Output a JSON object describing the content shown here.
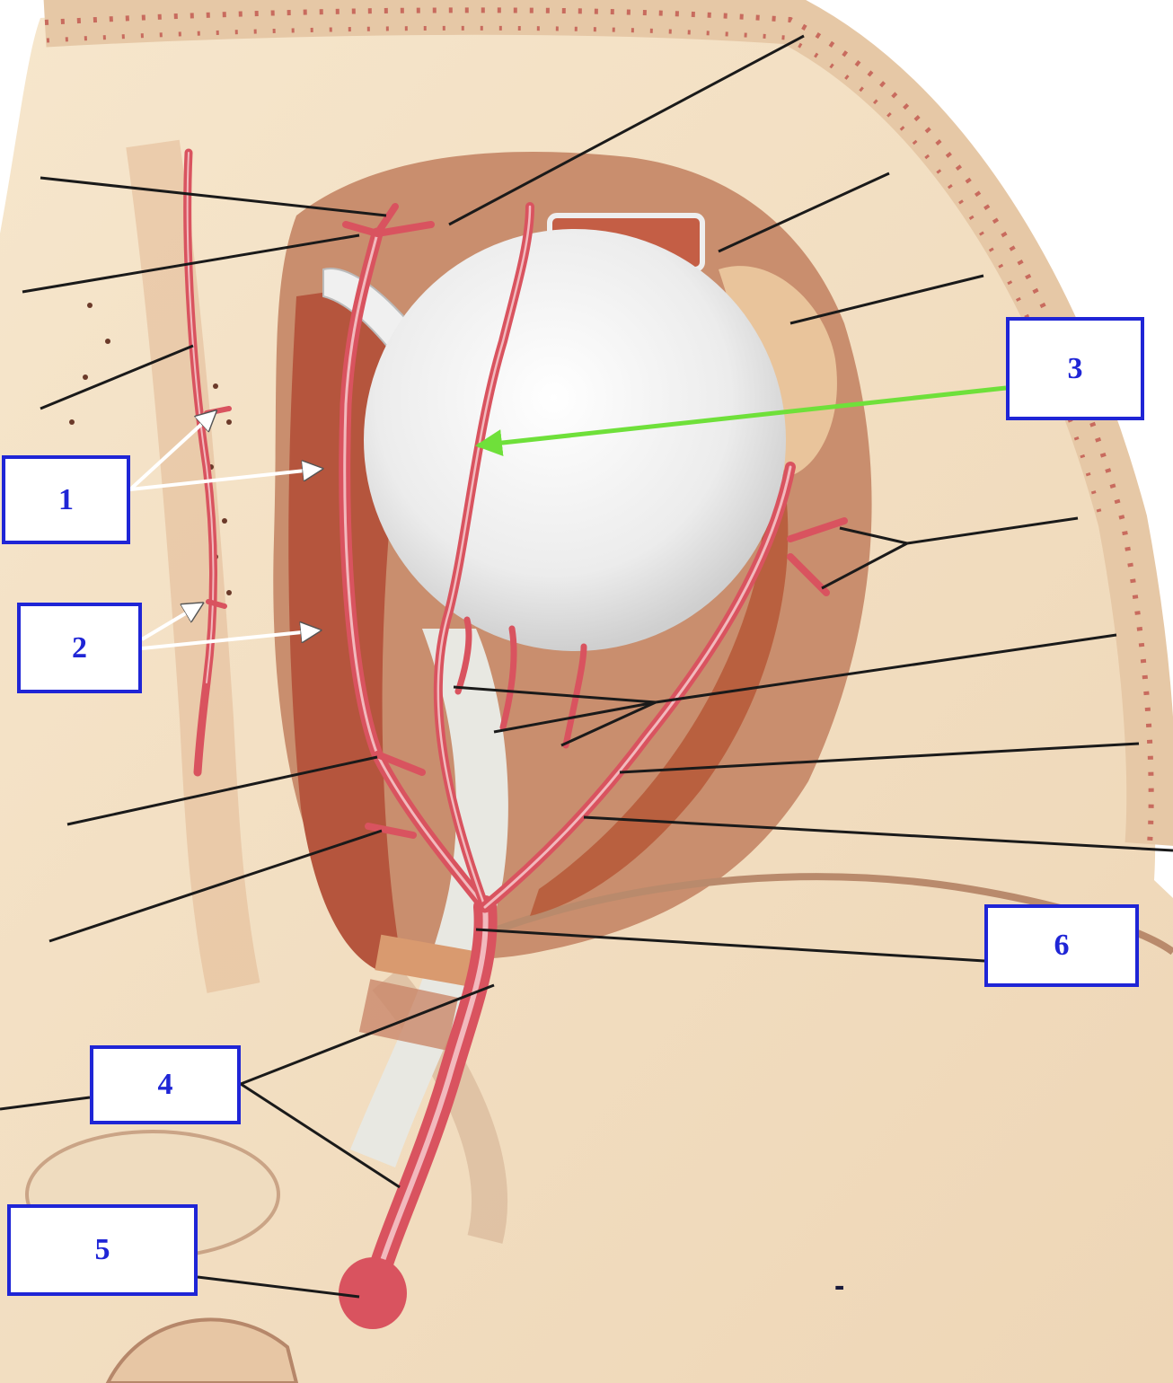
{
  "labels": {
    "l1": "1",
    "l2": "2",
    "l3": "3",
    "l4": "4",
    "l5": "5",
    "l6": "6"
  },
  "stray_mark": "-",
  "colors": {
    "label_border": "#1f25d6",
    "label_text": "#1f25d6",
    "pointer_green": "#6fe03a",
    "pointer_white": "#ffffff",
    "leader_line": "#1a1a1a",
    "artery": "#d9535f",
    "artery_highlight": "#f2b9bd",
    "bone": "#f2dfc2",
    "bone_dark": "#d9a987",
    "eyeball": "#eeeeee",
    "muscle": "#b5553d",
    "fat": "#e9c49b"
  }
}
